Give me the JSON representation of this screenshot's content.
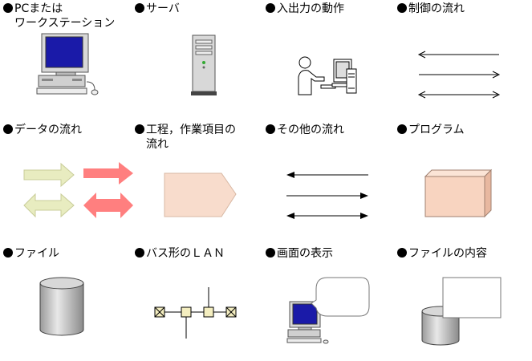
{
  "legend": {
    "items": [
      {
        "id": "pc",
        "lines": [
          "PCまたは",
          "ワークステーション"
        ],
        "icon": "pc-workstation-icon"
      },
      {
        "id": "server",
        "lines": [
          "サーバ"
        ],
        "icon": "server-icon"
      },
      {
        "id": "io",
        "lines": [
          "入出力の動作"
        ],
        "icon": "person-at-computer-icon"
      },
      {
        "id": "control-flow",
        "lines": [
          "制御の流れ"
        ],
        "icon": "open-arrows-icon"
      },
      {
        "id": "data-flow",
        "lines": [
          "データの流れ"
        ],
        "icon": "block-arrows-icon"
      },
      {
        "id": "process-flow",
        "lines": [
          "工程，作業項目の",
          "流れ"
        ],
        "icon": "pentagon-arrow-icon"
      },
      {
        "id": "other-flow",
        "lines": [
          "その他の流れ"
        ],
        "icon": "solid-arrows-icon"
      },
      {
        "id": "program",
        "lines": [
          "プログラム"
        ],
        "icon": "box-icon"
      },
      {
        "id": "file",
        "lines": [
          "ファイル"
        ],
        "icon": "cylinder-icon"
      },
      {
        "id": "lan",
        "lines": [
          "バス形のＬＡＮ"
        ],
        "icon": "bus-lan-icon"
      },
      {
        "id": "screen",
        "lines": [
          "画面の表示"
        ],
        "icon": "pc-with-balloon-icon"
      },
      {
        "id": "file-content",
        "lines": [
          "ファイルの内容"
        ],
        "icon": "cylinder-with-sheet-icon"
      }
    ]
  },
  "colors": {
    "data_arrow_light": "#e8ecc0",
    "data_arrow_red": "#ff7f7f",
    "process_fill": "#f8dccc",
    "box_fill": "#f8d4c0",
    "monitor_screen": "#1a1aa8"
  }
}
